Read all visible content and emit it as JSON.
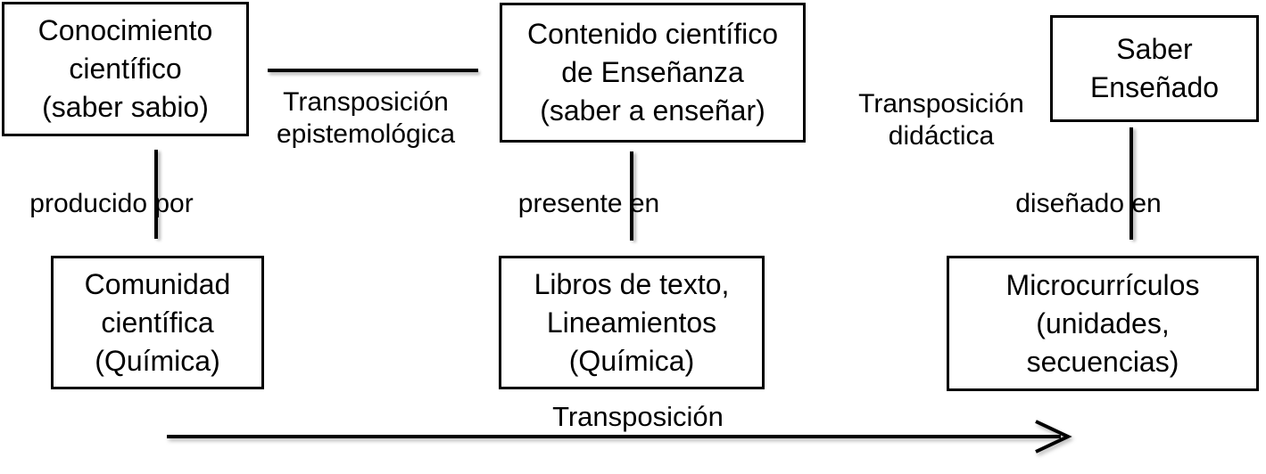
{
  "diagram": {
    "title_implicit": "Transposición didáctica (diagrama)",
    "colors": {
      "ink": "#000000",
      "paper": "#ffffff"
    },
    "top_boxes": {
      "saber_sabio": {
        "lines": [
          "Conocimiento",
          "científico",
          "(saber sabio)"
        ]
      },
      "saber_a_ensenar": {
        "lines": [
          "Contenido científico",
          "de Enseñanza",
          "(saber a enseñar)"
        ]
      },
      "saber_ensenado": {
        "lines": [
          "Saber",
          "Enseñado"
        ]
      }
    },
    "bottom_boxes": {
      "comunidad": {
        "lines": [
          "Comunidad",
          "científica",
          "(Química)"
        ]
      },
      "libros": {
        "lines": [
          "Libros de texto,",
          "Lineamientos",
          "(Química)"
        ]
      },
      "microcurriculos": {
        "lines": [
          "Microcurrículos",
          "(unidades,",
          "secuencias)"
        ]
      }
    },
    "transition_labels": {
      "epistemologica": {
        "lines": [
          "Transposición",
          "epistemológica"
        ]
      },
      "didactica": {
        "lines": [
          "Transposición",
          "didáctica"
        ]
      }
    },
    "connector_labels": {
      "producido_por": "producido por",
      "presente_en": "presente en",
      "disenado_en": "diseñado en"
    },
    "arrow": {
      "label": "Transposición",
      "direction": "right"
    }
  }
}
